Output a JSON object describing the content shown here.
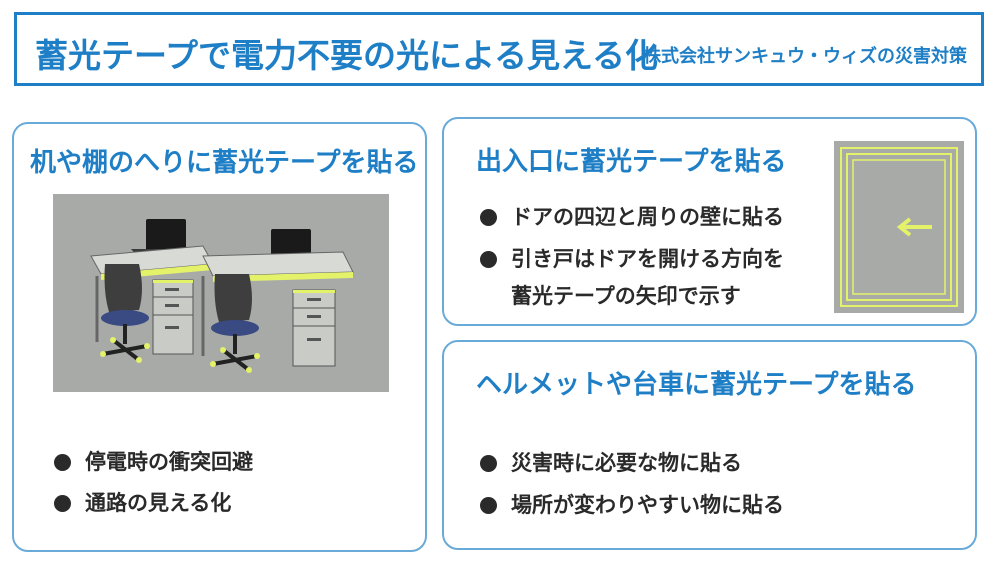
{
  "title": {
    "main": "蓄光テープで電力不要の光による見える化",
    "sub": "株式会社サンキュウ・ウィズの災害対策"
  },
  "desk_panel": {
    "heading": "机や棚のへりに蓄光テープを貼る",
    "bullets": [
      "停電時の衝突回避",
      "通路の見える化"
    ]
  },
  "door_panel": {
    "heading": "出入口に蓄光テープを貼る",
    "bullets": [
      "ドアの四辺と周りの壁に貼る"
    ],
    "bullet2_line1": "引き戸はドアを開ける方向を",
    "bullet2_line2": "蓄光テープの矢印で示す"
  },
  "helmet_panel": {
    "heading": "ヘルメットや台車に蓄光テープを貼る",
    "bullets": [
      "災害時に必要な物に貼る",
      "場所が変わりやすい物に貼る"
    ]
  },
  "colors": {
    "accent": "#1f7fc6",
    "panel_border": "#6aaad8",
    "glow_tape": "#e4f26a",
    "illustration_bg": "#a8aaa8"
  }
}
